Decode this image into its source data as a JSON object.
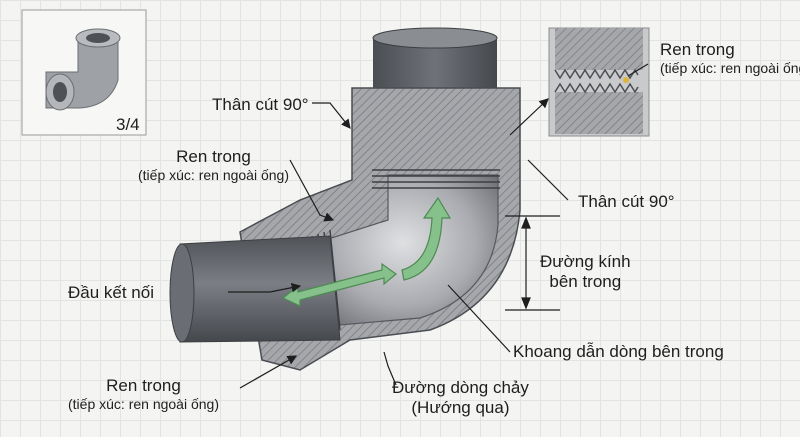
{
  "inset": {
    "size_label": "3/4"
  },
  "labels": {
    "body_top": "Thân cút 90°",
    "body_right": "Thân cút 90°",
    "thread_left": {
      "title": "Ren trong",
      "sub": "(tiếp xúc: ren ngoài ống)"
    },
    "thread_bottom": {
      "title": "Ren trong",
      "sub": "(tiếp xúc: ren ngoài ống)"
    },
    "thread_detail": {
      "title": "Ren trong",
      "sub": "(tiếp xúc: ren ngoài ống)"
    },
    "connector": "Đầu kết nối",
    "inner_diameter": {
      "line1": "Đường kính",
      "line2": "bên trong"
    },
    "inner_channel": "Khoang dẫn dòng bên trong",
    "flow_path": {
      "line1": "Đường dòng chảy",
      "line2": "(Hướng qua)"
    }
  },
  "colors": {
    "body_metal": "#8f9196",
    "pipe": "#5d6066",
    "flow_arrow": "#86c08a",
    "leader": "#1e1e1e"
  }
}
